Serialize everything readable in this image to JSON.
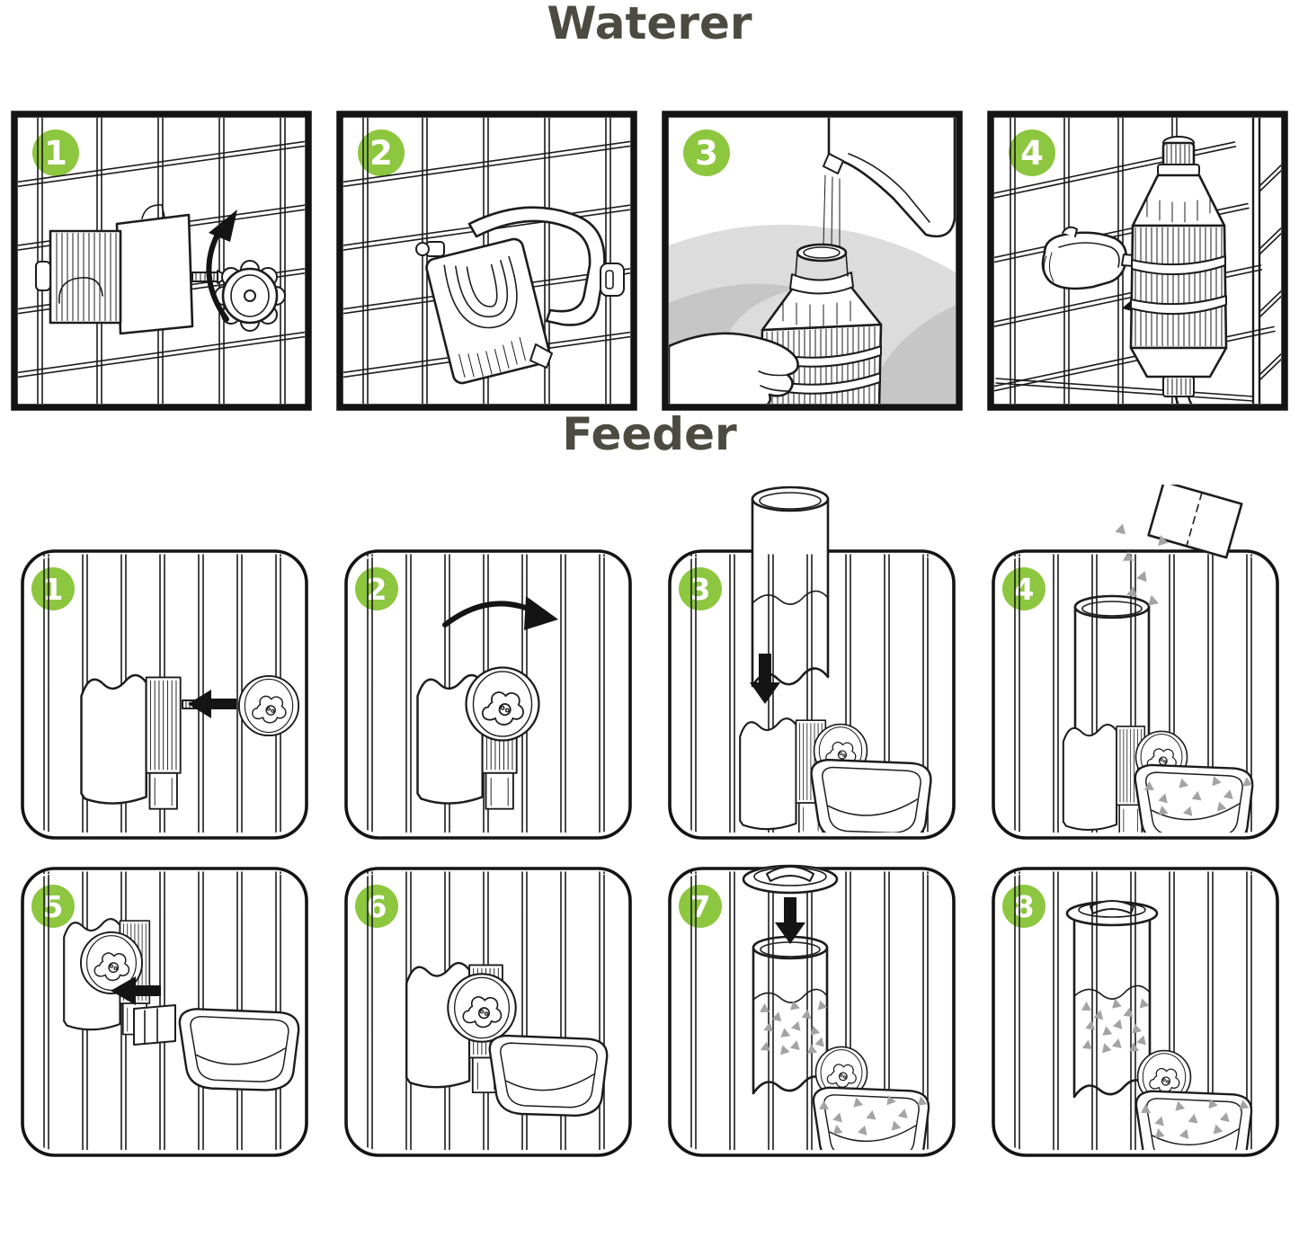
{
  "page": {
    "background": "#ffffff"
  },
  "colors": {
    "badge_green": "#8dc63f",
    "title_text": "#4b4b41",
    "line_art": "#1c1c1c",
    "sink_gray_light": "#dcdcdc",
    "sink_gray_dark": "#c6c6c6",
    "food_gray": "#a3a3a3"
  },
  "waterer": {
    "title": "Waterer",
    "steps": [
      {
        "number": "1",
        "illustration": "clamp-and-locking-knob-on-cage-wire"
      },
      {
        "number": "2",
        "illustration": "holder-clamp-mounted-on-cage-wire"
      },
      {
        "number": "3",
        "illustration": "filling-bottle-with-tap-water"
      },
      {
        "number": "4",
        "illustration": "water-bottle-hung-inside-cage"
      }
    ]
  },
  "feeder": {
    "title": "Feeder",
    "steps": [
      {
        "number": "1",
        "illustration": "insert-bolt-through-feeder-into-cage-bars"
      },
      {
        "number": "2",
        "illustration": "tighten-round-knob-clockwise"
      },
      {
        "number": "3",
        "illustration": "slide-food-tube-down-into-holder"
      },
      {
        "number": "4",
        "illustration": "pour-food-from-bag-into-tube"
      },
      {
        "number": "5",
        "illustration": "slide-bowl-bracket-into-holder"
      },
      {
        "number": "6",
        "illustration": "bowl-attached-to-holder"
      },
      {
        "number": "7",
        "illustration": "put-lid-onto-food-tube"
      },
      {
        "number": "8",
        "illustration": "assembled-feeder-with-food"
      }
    ]
  }
}
